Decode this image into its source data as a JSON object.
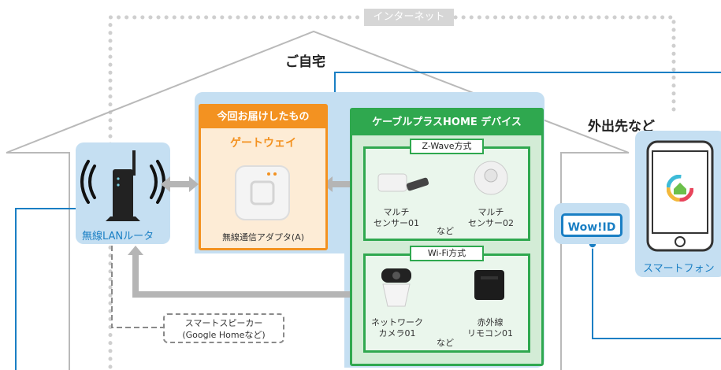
{
  "internet_label": "インターネット",
  "home_title": "ご自宅",
  "outside_title": "外出先など",
  "router": {
    "label": "無線LANルータ"
  },
  "delivered": {
    "header": "今回お届けしたもの",
    "gateway_title": "ゲートウェイ",
    "gateway_caption": "無線通信アダプタ(A)"
  },
  "devices": {
    "header": "ケーブルプラスHOME デバイス",
    "zwave": {
      "tag": "Z-Wave方式",
      "sensor1_line1": "マルチ",
      "sensor1_line2": "センサー01",
      "sensor2_line1": "マルチ",
      "sensor2_line2": "センサー02",
      "etc": "など"
    },
    "wifi": {
      "tag": "Wi-Fi方式",
      "camera_line1": "ネットワーク",
      "camera_line2": "カメラ01",
      "remote_line1": "赤外線",
      "remote_line2": "リモコン01",
      "etc": "など"
    }
  },
  "speaker": {
    "line1": "スマートスピーカー",
    "line2": "(Google Homeなど)"
  },
  "wowid": "Wow!ID",
  "smartphone": {
    "label": "スマートフォン"
  },
  "colors": {
    "blue_panel": "#c5dff2",
    "orange": "#f39221",
    "green": "#2fa84f",
    "link_blue": "#1a7fc4",
    "gray_arrow": "#b5b5b5"
  }
}
